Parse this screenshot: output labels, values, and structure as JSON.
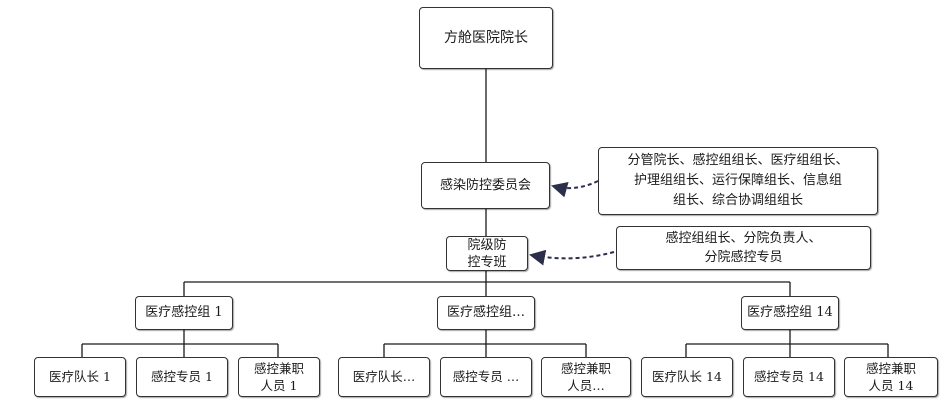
{
  "diagram": {
    "top": "方舱医院院长",
    "committee": "感染防控委员会",
    "committee_note": "分管院长、感控组组长、医疗组组长、\n护理组组长、运行保障组长、信息组\n组长、综合协调组组长",
    "special_class": "院级防\n控专班",
    "special_class_note": "感控组组长、分院负责人、\n分院感控专员",
    "groups": [
      {
        "name": "医疗感控组 1",
        "members": [
          "医疗队长 1",
          "感控专员 1",
          "感控兼职\n人员 1"
        ]
      },
      {
        "name": "医疗感控组…",
        "members": [
          "医疗队长…",
          "感控专员 …",
          "感控兼职\n人员…"
        ]
      },
      {
        "name": "医疗感控组 14",
        "members": [
          "医疗队长 14",
          "感控专员 14",
          "感控兼职\n人员 14"
        ]
      }
    ]
  },
  "colors": {
    "line": "#1a1a1a",
    "border": "#333333",
    "arrow": "#2b2f4a"
  }
}
